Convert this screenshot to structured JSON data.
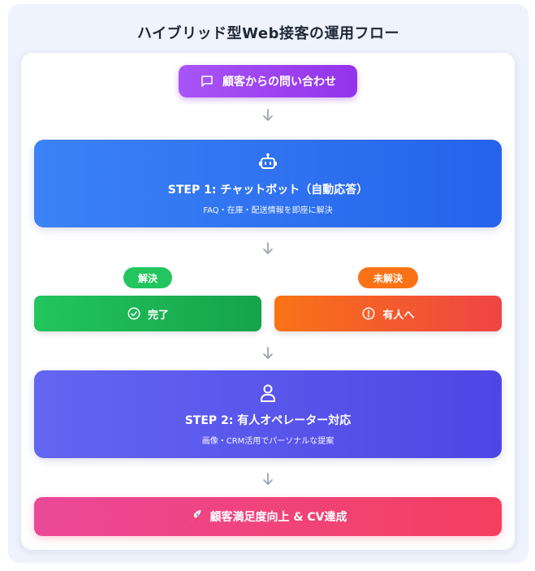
{
  "title": "ハイブリッド型Web接客の運用フロー",
  "start": {
    "label": "顧客からの問い合わせ",
    "icon": "chat-bubble-icon"
  },
  "step1": {
    "title": "STEP 1: チャットボット（自動応答）",
    "subtitle": "FAQ・在庫・配送情報を即座に解決",
    "icon": "robot-icon"
  },
  "branches": {
    "resolved_tag": "解決",
    "unresolved_tag": "未解決",
    "done_label": "完了",
    "done_icon": "check-circle-icon",
    "human_label": "有人へ",
    "human_icon": "alert-circle-icon"
  },
  "step2": {
    "title": "STEP 2: 有人オペレーター対応",
    "subtitle": "画像・CRM活用でパーソナルな提案",
    "icon": "user-icon"
  },
  "result": {
    "label": "顧客満足度向上 & CV達成",
    "icon": "rocket-icon"
  },
  "colors": {
    "start": "#9333ea",
    "step1": "#2563eb",
    "resolved": "#22c55e",
    "unresolved": "#f97316",
    "step2": "#4f46e5",
    "result": "#f43f5e",
    "arrow": "#9ca3af"
  }
}
